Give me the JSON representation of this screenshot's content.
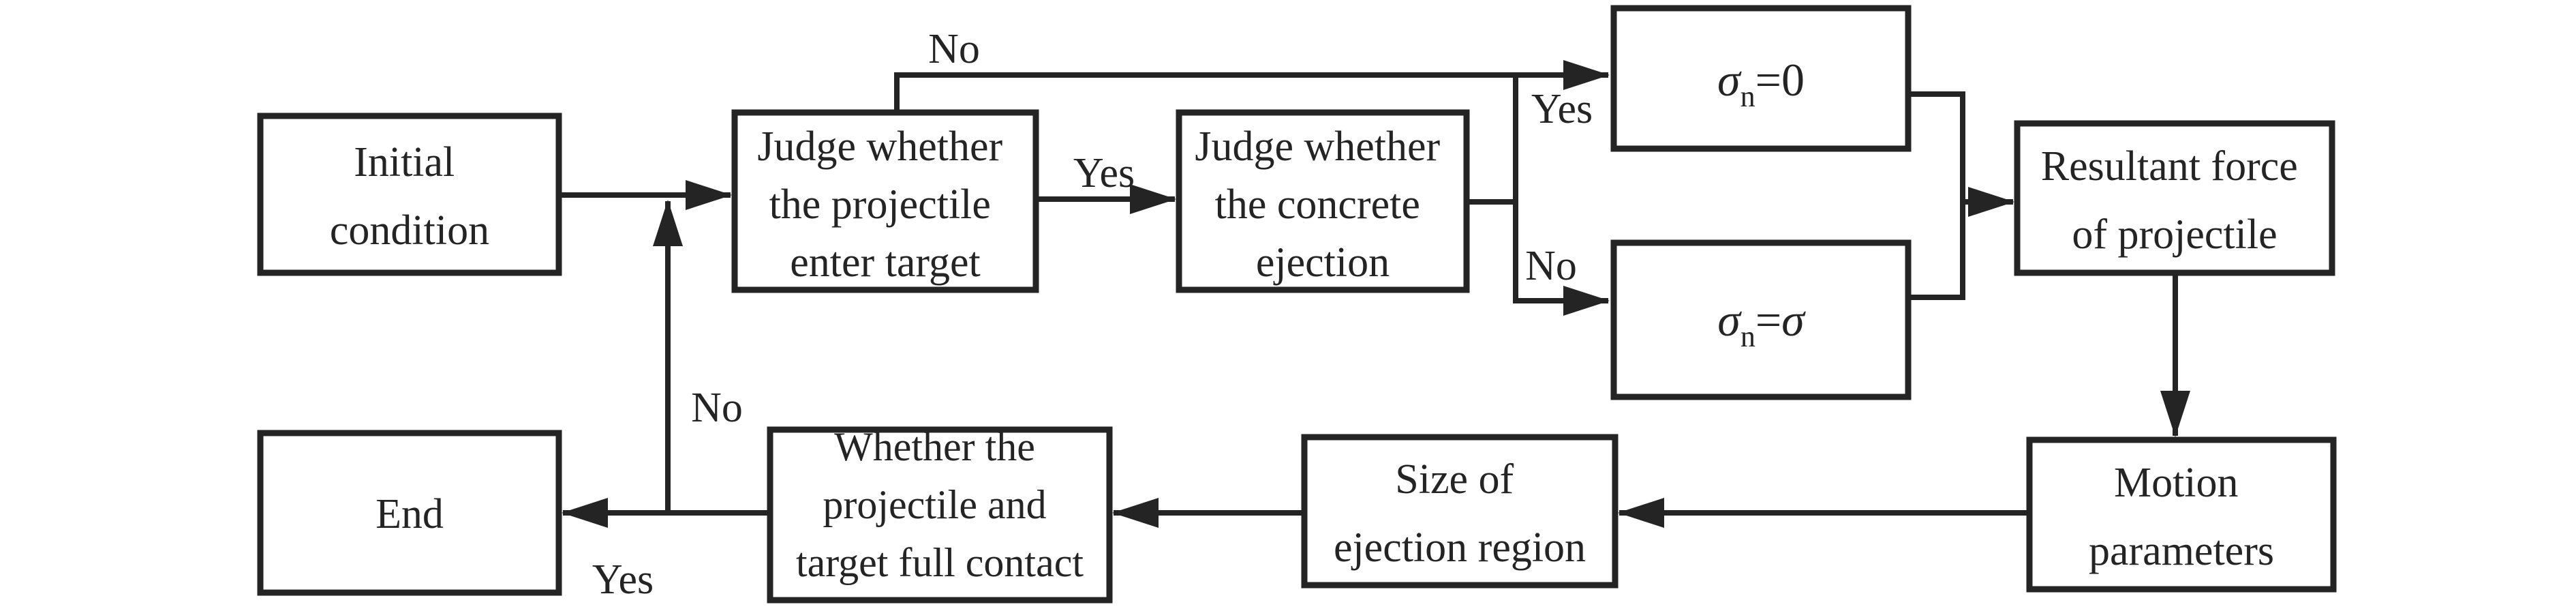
{
  "css_vars": {
    "--ink": "#242424",
    "--paper": "#ffffff"
  },
  "diagram": {
    "type": "flowchart",
    "background": "#ffffff",
    "line_color": "#242424",
    "nodes": {
      "initial": {
        "lines": [
          "Initial",
          "condition"
        ]
      },
      "judge_enter": {
        "lines": [
          "Judge whether",
          "the projectile",
          "enter target"
        ]
      },
      "judge_ejection": {
        "lines": [
          "Judge whether",
          "the concrete",
          "ejection"
        ]
      },
      "sigma_zero": {
        "base": "σ",
        "sub": "n",
        "eq": "=",
        "val": "0"
      },
      "sigma_full": {
        "base": "σ",
        "sub": "n",
        "eq": "=",
        "val": "σ"
      },
      "resultant": {
        "lines": [
          "Resultant force",
          "of projectile"
        ]
      },
      "motion": {
        "lines": [
          "Motion",
          "parameters"
        ]
      },
      "size": {
        "lines": [
          "Size of",
          "ejection region"
        ]
      },
      "contact": {
        "lines": [
          "Whether the",
          "projectile and",
          "target full contact"
        ]
      },
      "end": {
        "lines": [
          "End"
        ]
      }
    },
    "edge_labels": {
      "no_top": "No",
      "yes_enter": "Yes",
      "yes_branch": "Yes",
      "no_branch": "No",
      "no_feedback": "No",
      "yes_end": "Yes"
    },
    "edges": [
      {
        "from": "initial",
        "to": "judge_enter",
        "label": ""
      },
      {
        "from": "judge_enter",
        "to": "sigma_zero",
        "label": "No"
      },
      {
        "from": "judge_enter",
        "to": "judge_ejection",
        "label": "Yes"
      },
      {
        "from": "judge_ejection",
        "to": "sigma_zero",
        "label": "Yes"
      },
      {
        "from": "judge_ejection",
        "to": "sigma_full",
        "label": "No"
      },
      {
        "from": "sigma_zero",
        "to": "resultant",
        "label": ""
      },
      {
        "from": "sigma_full",
        "to": "resultant",
        "label": ""
      },
      {
        "from": "resultant",
        "to": "motion",
        "label": ""
      },
      {
        "from": "motion",
        "to": "size",
        "label": ""
      },
      {
        "from": "size",
        "to": "contact",
        "label": ""
      },
      {
        "from": "contact",
        "to": "end",
        "label": "Yes"
      },
      {
        "from": "contact",
        "to": "judge_enter",
        "label": "No"
      }
    ]
  }
}
